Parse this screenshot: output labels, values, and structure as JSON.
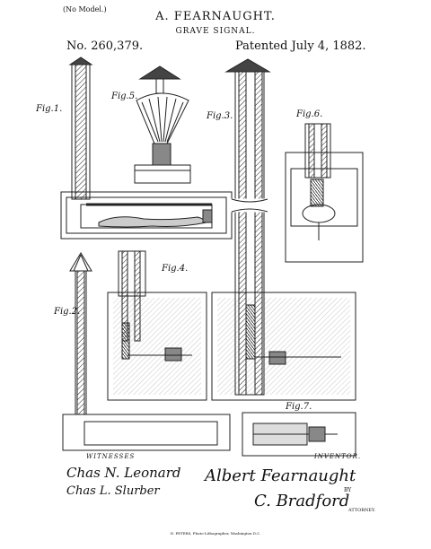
{
  "header": {
    "no_model": "(No Model.)",
    "inventor_name": "A. FEARNAUGHT.",
    "title": "GRAVE SIGNAL.",
    "patent_number": "No. 260,379.",
    "patented_date": "Patented July 4, 1882."
  },
  "figures": {
    "fig1": "Fig.1.",
    "fig2": "Fig.2.",
    "fig3": "Fig.3.",
    "fig4": "Fig.4.",
    "fig5": "Fig.5.",
    "fig6": "Fig.6.",
    "fig7": "Fig.7."
  },
  "signatures": {
    "witnesses_label": "WITNESSES",
    "inventor_label": "INVENTOR.",
    "witness_1": "Chas N. Leonard",
    "witness_2": "Chas L. Slurber",
    "inventor": "Albert Fearnaught",
    "by": "BY",
    "attorney": "C. Bradford",
    "attorney_label": "ATTORNEY."
  },
  "footer": "N. PETERS, Photo-Lithographer, Washington D.C."
}
